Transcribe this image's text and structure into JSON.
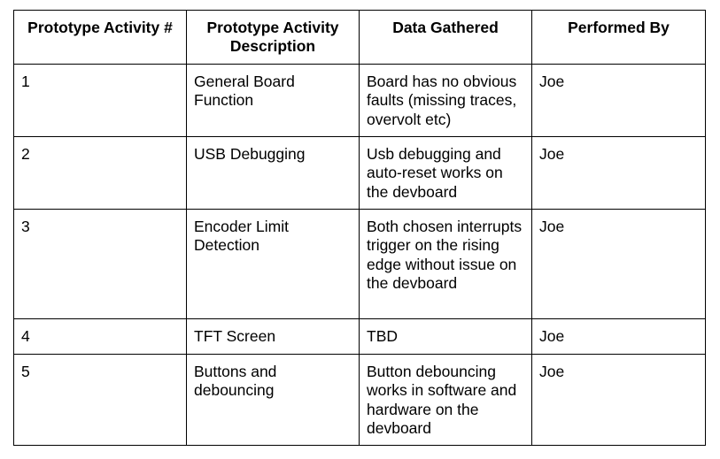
{
  "table": {
    "headers": [
      "Prototype Activity #",
      "Prototype Activity Description",
      "Data Gathered",
      "Performed By"
    ],
    "rows": [
      [
        "1",
        "General Board Function",
        "Board has no obvious faults (missing traces, overvolt etc)",
        "Joe"
      ],
      [
        "2",
        "USB Debugging",
        "Usb debugging and auto-reset works on the devboard",
        "Joe"
      ],
      [
        "3",
        "Encoder Limit Detection",
        "Both chosen interrupts trigger on the rising edge without issue on the devboard",
        "Joe"
      ],
      [
        "4",
        "TFT Screen",
        "TBD",
        "Joe"
      ],
      [
        "5",
        "Buttons and debouncing",
        "Button debouncing works in software and hardware on the devboard",
        "Joe"
      ]
    ]
  }
}
